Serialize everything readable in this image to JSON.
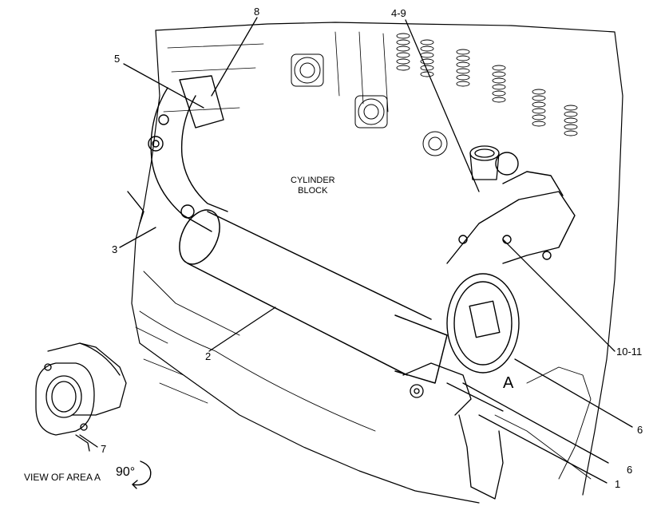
{
  "callouts": {
    "c1": "1",
    "c2": "2",
    "c3": "3",
    "c4_9": "4-9",
    "c5": "5",
    "c6a": "6",
    "c6b": "6",
    "c7": "7",
    "c8": "8",
    "c10_11": "10-11"
  },
  "labels": {
    "cylinder_block_line1": "CYLINDER",
    "cylinder_block_line2": "BLOCK",
    "area_marker": "A",
    "view_of_area": "VIEW OF AREA A",
    "rotation": "90°"
  },
  "colors": {
    "ink": "#000000",
    "paper": "#ffffff"
  },
  "icons": {
    "rotation_arrow": "curved-rotation-arrow-icon"
  }
}
